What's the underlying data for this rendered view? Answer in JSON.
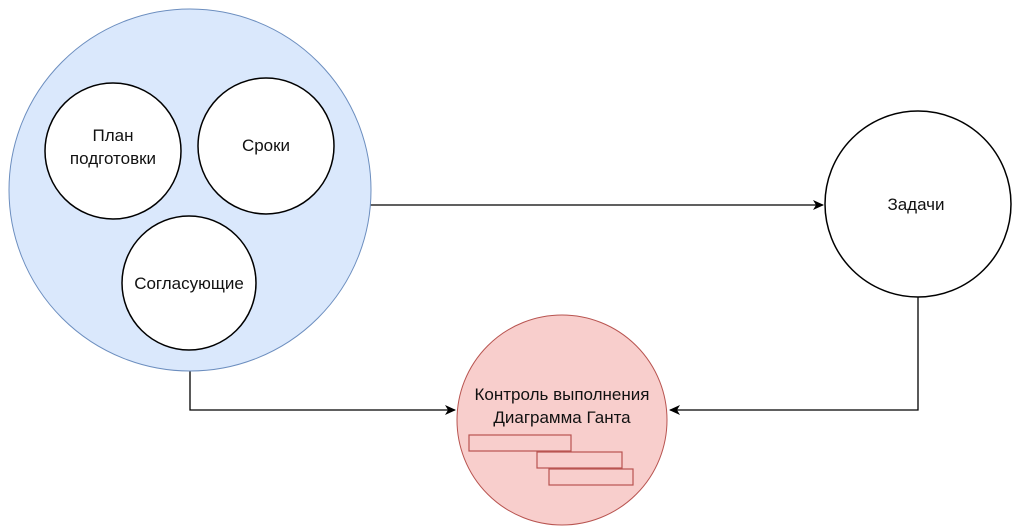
{
  "nodes": {
    "group": {
      "fill": "#dae8fc",
      "stroke": "#6c8ebf"
    },
    "plan": {
      "line1": "План",
      "line2": "подготовки"
    },
    "deadlines": {
      "label": "Сроки"
    },
    "approvers": {
      "label": "Согласующие"
    },
    "tasks": {
      "label": "Задачи"
    },
    "control": {
      "line1": "Контроль выполнения",
      "line2": "Диаграмма Ганта",
      "fill": "#f8cecc",
      "stroke": "#b85450"
    }
  }
}
